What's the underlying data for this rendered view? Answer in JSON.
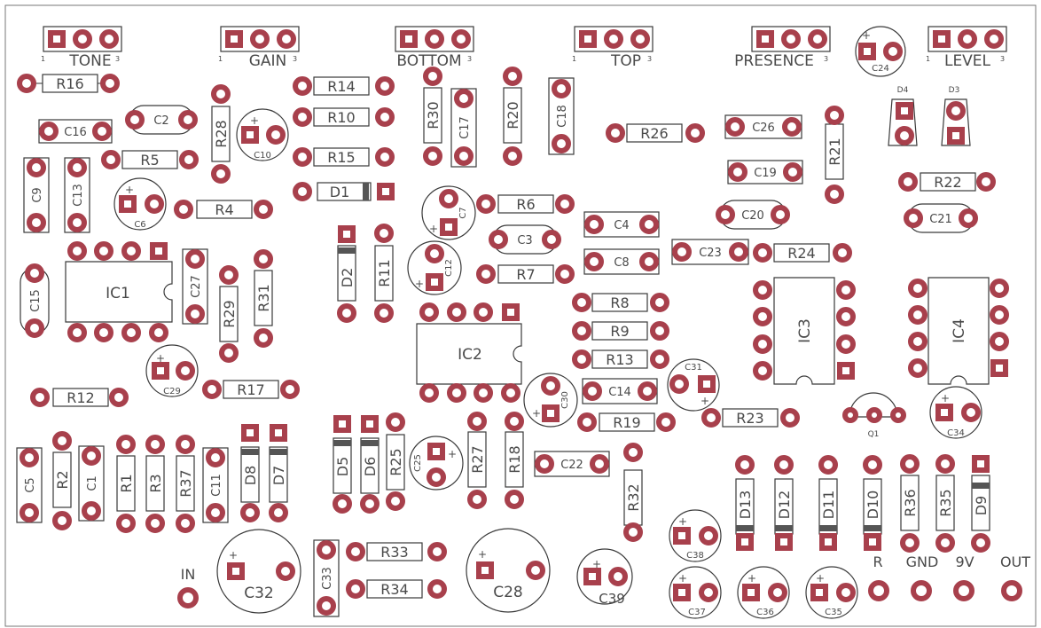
{
  "board": {
    "pots": [
      {
        "label": "TONE",
        "pin1": "1",
        "pin3": "3"
      },
      {
        "label": "GAIN",
        "pin1": "1",
        "pin3": "3"
      },
      {
        "label": "BOTTOM",
        "pin1": "",
        "pin3": "3"
      },
      {
        "label": "TOP",
        "pin1": "1",
        "pin3": "3"
      },
      {
        "label": "PRESENCE",
        "pin1": "",
        "pin3": "3"
      },
      {
        "label": "LEVEL",
        "pin1": "1",
        "pin3": "3"
      }
    ],
    "resistors": [
      "R16",
      "R14",
      "R10",
      "R15",
      "R5",
      "R4",
      "R28",
      "R30",
      "R20",
      "R26",
      "R6",
      "R7",
      "R21",
      "R22",
      "R24",
      "R8",
      "R9",
      "R13",
      "R19",
      "R23",
      "R11",
      "R29",
      "R31",
      "R12",
      "R17",
      "R2",
      "R1",
      "R3",
      "R37",
      "R25",
      "R27",
      "R18",
      "R32",
      "R36",
      "R35",
      "R33",
      "R34"
    ],
    "film_caps": [
      "C16",
      "C9",
      "C13",
      "C17",
      "C18",
      "C26",
      "C19",
      "C4",
      "C8",
      "C23",
      "C14",
      "C27",
      "C5",
      "C1",
      "C11",
      "C22",
      "C33",
      "C3",
      "C2",
      "C20",
      "C21",
      "C15"
    ],
    "electrolytic_caps": [
      "C24",
      "C10",
      "C6",
      "C7",
      "C12",
      "C29",
      "C30",
      "C31",
      "C34",
      "C25",
      "C32",
      "C28",
      "C39",
      "C38",
      "C37",
      "C36",
      "C35"
    ],
    "diodes": [
      "D1",
      "D2",
      "D5",
      "D6",
      "D8",
      "D7",
      "D13",
      "D12",
      "D11",
      "D10",
      "D9"
    ],
    "leds": [
      "D4",
      "D3"
    ],
    "ics": [
      "IC1",
      "IC2",
      "IC3",
      "IC4"
    ],
    "transistor": "Q1",
    "connectors": [
      "IN",
      "R",
      "GND",
      "9V",
      "OUT"
    ]
  }
}
